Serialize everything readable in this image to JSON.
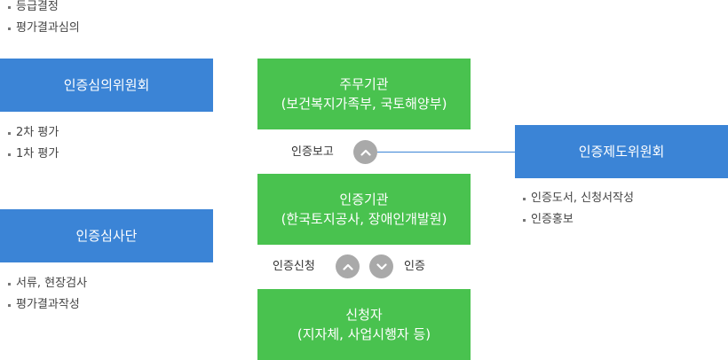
{
  "top_list": [
    "등급결정",
    "평가결과심의"
  ],
  "committee": {
    "title": "인증심의위원회",
    "items": [
      "2차 평가",
      "1차 평가"
    ]
  },
  "review_team": {
    "title": "인증심사단",
    "items": [
      "서류, 현장검사",
      "평가결과작성"
    ]
  },
  "ministry": {
    "line1": "주무기관",
    "line2": "(보건복지가족부, 국토해양부)"
  },
  "agency": {
    "line1": "인증기관",
    "line2": "(한국토지공사, 장애인개발원)"
  },
  "applicant": {
    "line1": "신청자",
    "line2": "(지자체, 사업시행자 등)"
  },
  "system_committee": {
    "title": "인증제도위원회",
    "items": [
      "인증도서, 신청서작성",
      "인증홍보"
    ]
  },
  "flow": {
    "report_label": "인증보고",
    "apply_label": "인증신청",
    "cert_label": "인증"
  },
  "colors": {
    "blue": "#3b84d6",
    "green": "#49c24f",
    "arrow_circle": "#a9a9a9"
  }
}
